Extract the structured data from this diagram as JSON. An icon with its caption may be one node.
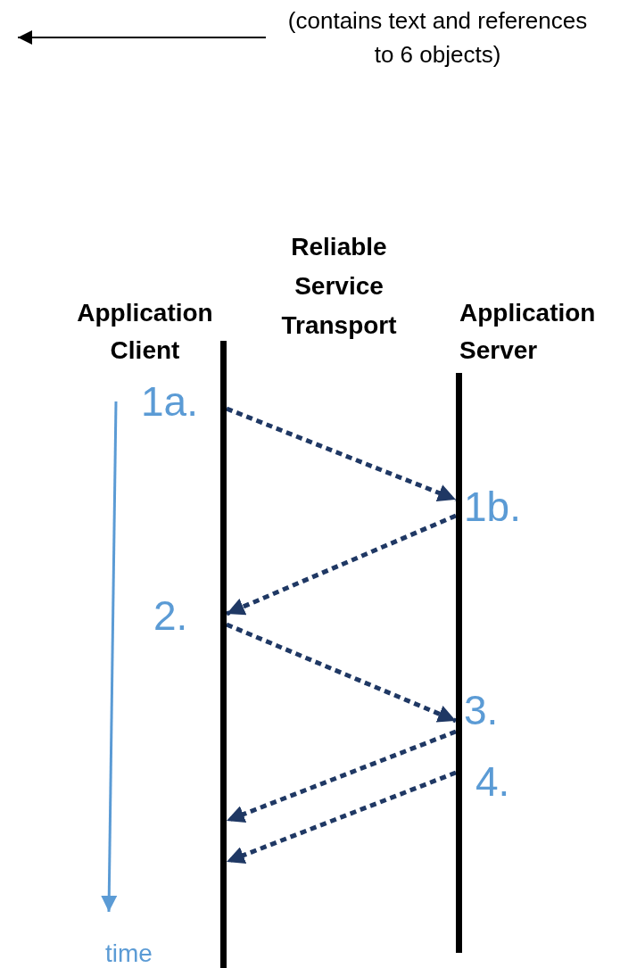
{
  "diagram": {
    "nodes": [
      {
        "text": [
          "(contains text and references to 6 objects)"
        ]
      },
      {
        "text": [
          "Application Client"
        ]
      },
      {
        "text": [
          "Application Server"
        ]
      }
    ],
    "edges": [
      {
        "from": 0,
        "to": null,
        "arrow": "to",
        "color": "#000000"
      },
      {
        "from": 1,
        "to": 2,
        "arrow": "to",
        "style": "dashed",
        "color": "#1f3864"
      },
      {
        "from": 2,
        "to": 1,
        "arrow": "to",
        "style": "dashed",
        "color": "#1f3864"
      },
      {
        "from": 1,
        "to": 2,
        "arrow": "to",
        "style": "dashed",
        "color": "#1f3864"
      },
      {
        "from": 2,
        "to": 1,
        "arrow": "to",
        "style": "dashed",
        "color": "#1f3864"
      },
      {
        "from": 2,
        "to": 1,
        "arrow": "to",
        "style": "dashed",
        "color": "#1f3864"
      }
    ],
    "labels": [
      "Reliable Service Transport",
      "1a.",
      "1b.",
      "2.",
      "3.",
      "4.",
      "time"
    ]
  }
}
